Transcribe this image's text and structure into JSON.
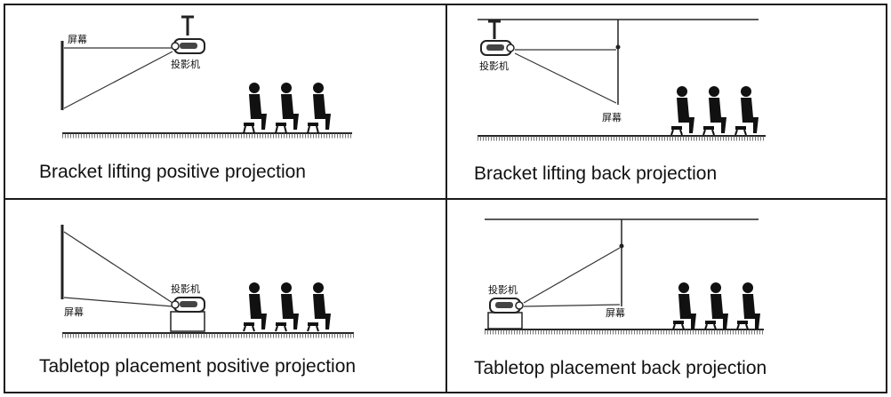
{
  "labels": {
    "screen": "屏幕",
    "projector": "投影机"
  },
  "panels": [
    {
      "id": "p1",
      "caption": "Bracket lifting positive projection"
    },
    {
      "id": "p2",
      "caption": "Bracket lifting back projection"
    },
    {
      "id": "p3",
      "caption": "Tabletop placement positive projection"
    },
    {
      "id": "p4",
      "caption": "Tabletop placement back projection"
    }
  ]
}
